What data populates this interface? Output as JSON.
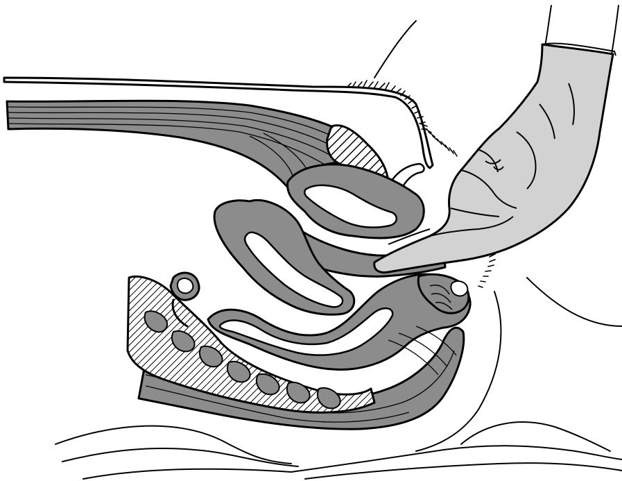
{
  "figure": {
    "labels": [],
    "colors": {
      "organ_gray": "#8c8c8c",
      "glove_gray": "#d2d2d2",
      "outline": "#000000",
      "background": "#ffffff"
    },
    "structures": [
      "abdominal-wall",
      "rectus-muscle",
      "pubic-bone",
      "pubic-hair",
      "bladder",
      "uterus",
      "cervix",
      "vagina",
      "rectum",
      "anus",
      "sacrum",
      "spinal-canal",
      "bowel-loop",
      "buttocks",
      "table-sheet",
      "gloved-hand"
    ]
  }
}
